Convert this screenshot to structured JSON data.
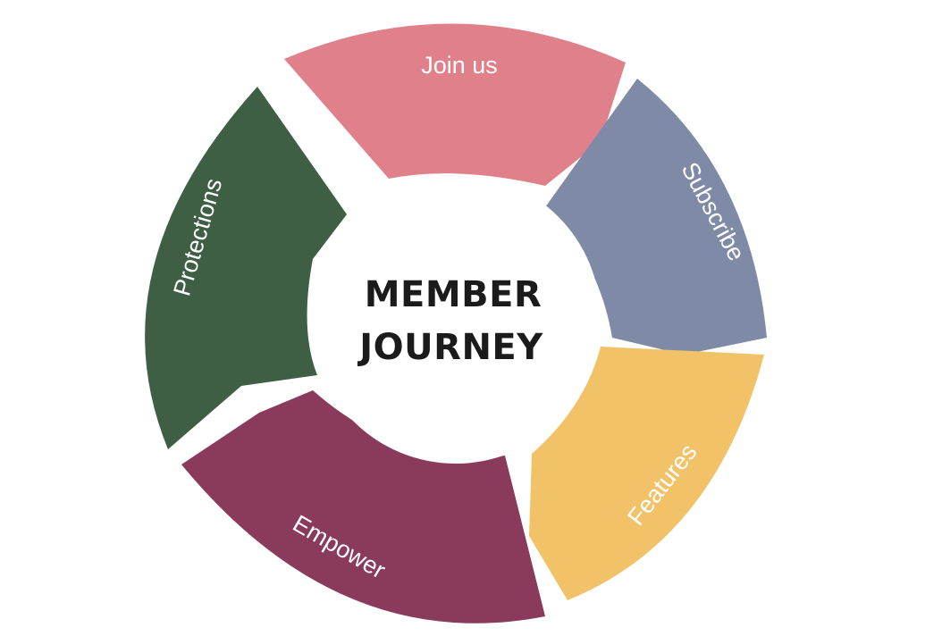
{
  "center": {
    "title_line1": "MEMBER",
    "title_line2": "JOURNEY"
  },
  "segments": [
    {
      "label": "Join us",
      "color": "#E0808A"
    },
    {
      "label": "Subscribe",
      "color": "#7E8AA6"
    },
    {
      "label": "Features",
      "color": "#F1C268"
    },
    {
      "label": "Empower",
      "color": "#8A3A5A"
    },
    {
      "label": "Protections",
      "color": "#3F5F44"
    }
  ]
}
